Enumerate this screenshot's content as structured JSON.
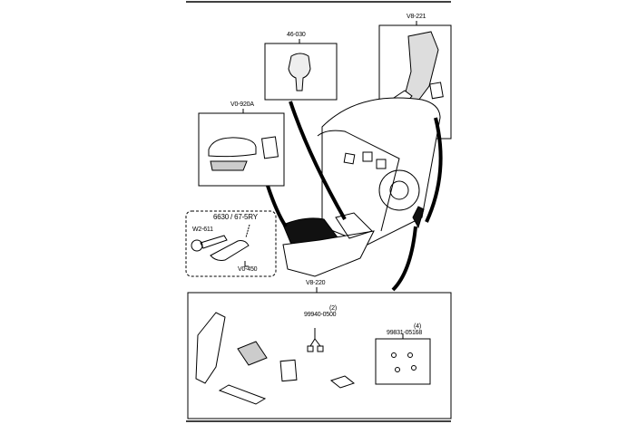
{
  "parts": {
    "shift_knob": {
      "code": "46-030"
    },
    "pedal_set": {
      "code": "V8-221"
    },
    "armrest": {
      "code": "V0-920A"
    },
    "key_group": {
      "ref": "6630 / 67-5RY",
      "strap": "W2-611",
      "key_cover": "V0-450"
    },
    "interior_kit": {
      "code": "V8-220",
      "screw_a": "99940-0500",
      "screw_a_qty": "(2)",
      "screw_b": "99831-05168",
      "screw_b_qty": "(4)"
    }
  }
}
